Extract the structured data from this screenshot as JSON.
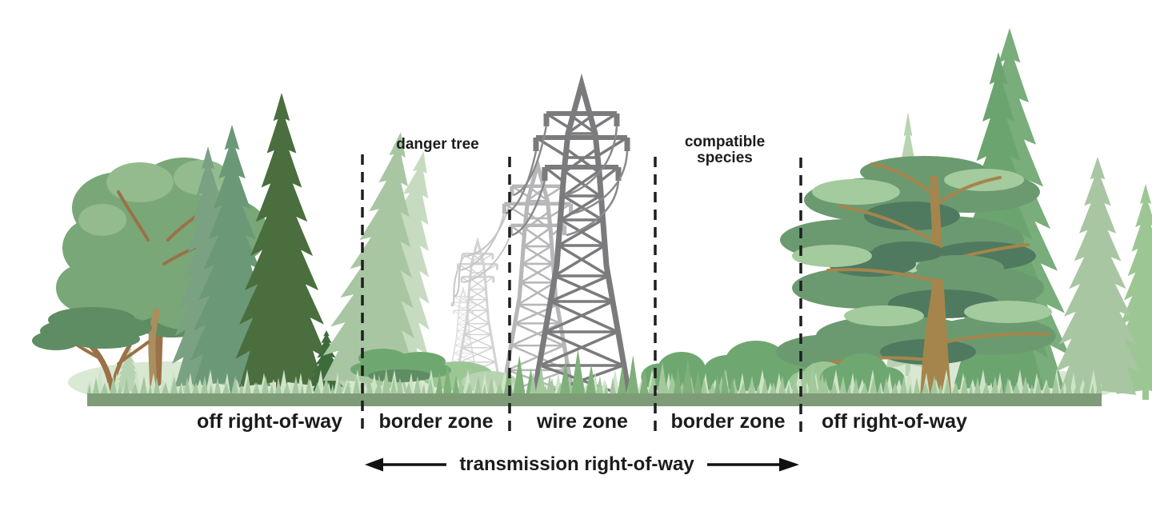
{
  "zone_labels": [
    "off right-of-way",
    "border zone",
    "wire zone",
    "border zone",
    "off right-of-way"
  ],
  "annotations": {
    "danger_tree": "danger tree",
    "compatible_species": [
      "compatible",
      "species"
    ]
  },
  "footer_label": "transmission right-of-way",
  "colors": {
    "bg": "#ffffff",
    "text-color": "#1c1c1c",
    "line-color": "#1f1f1f",
    "arrow-color": "#111111",
    "ground": "#7e9c78",
    "understory": "#d2e5cb",
    "grass-light": "#cfe3c8",
    "grass-mid": "#a3c89d",
    "grass-dark": "#7fb07a",
    "deciduous": "#79a777",
    "deciduous-dark": "#5e8c63",
    "deciduous-light": "#93bb8e",
    "branch": "#9b7148",
    "trunk-dark": "#6b5138",
    "trunk-tan": "#a98e5e",
    "spruce-teal": "#6b9877",
    "spruce-teal2": "#7aa182",
    "spruce-dark": "#4a6e3e",
    "fir-small-dark": "#3e6b3c",
    "pale-fir": "#a9c6a3",
    "pale-fir-light": "#c6dbc0",
    "pale-silhouette": "#b7d3b1",
    "bush": "#6fa771",
    "bush-light": "#9cc795",
    "pine-trunk": "#a5854c",
    "pine-fol": "#6b9a70",
    "pine-fol-dark": "#4f7a60",
    "pine-fol-light": "#a3cb9d",
    "right-spruce": "#6ca46f",
    "right-spruce-light": "#79ad7c",
    "right-trunk-green": "#54804f",
    "tower-dark": "#7b7b7d",
    "tower-mid": "#b7b7b9",
    "tower-light": "#d2d2d4",
    "tower-lighter": "#dfdfe1",
    "wire-dark": "#8a8a8c",
    "wire-light": "#c6c6c8"
  }
}
